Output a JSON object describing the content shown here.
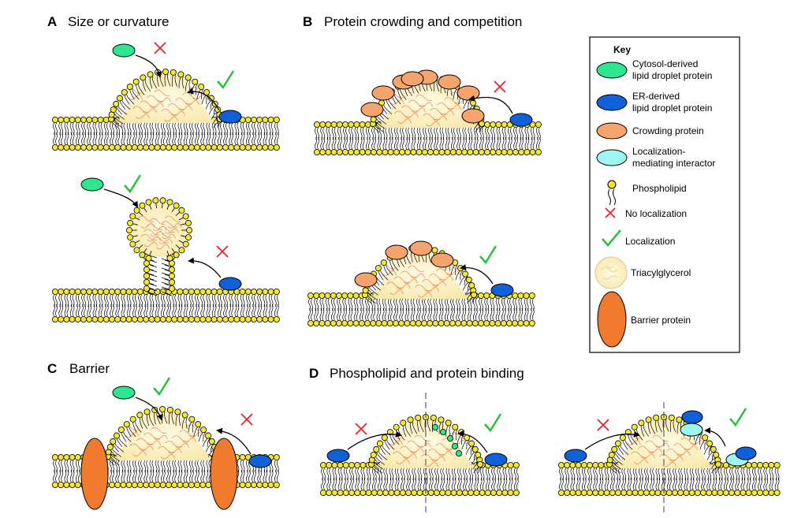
{
  "panels": {
    "a": {
      "letter": "A",
      "title": "Size or curvature"
    },
    "b": {
      "letter": "B",
      "title": "Protein crowding and competition"
    },
    "c": {
      "letter": "C",
      "title": "Barrier"
    },
    "d": {
      "letter": "D",
      "title": "Phospholipid and protein binding"
    }
  },
  "key": {
    "title": "Key",
    "cytosol_line1": "Cytosol-derived",
    "cytosol_line2": "lipid droplet protein",
    "er_line1": "ER-derived",
    "er_line2": "lipid droplet protein",
    "crowding": "Crowding protein",
    "interactor_line1": "Localization-",
    "interactor_line2": "mediating interactor",
    "phospholipid": "Phospholipid",
    "no_localization": "No localization",
    "localization": "Localization",
    "tag": "Triacylglycerol",
    "barrier": "Barrier protein"
  },
  "colors": {
    "cytosol_protein": "#2ee68f",
    "er_protein": "#1060d8",
    "crowding_protein": "#f5a46e",
    "interactor": "#9ff5f0",
    "phospholipid_head": "#f5e930",
    "triacylglycerol": "#fdf2c0",
    "tag_lines": "#ef7a3a",
    "barrier_protein": "#f07a2d",
    "no_localization_mark": "#e8222b",
    "localization_mark": "#30c040"
  },
  "icons": [
    "cross-icon",
    "check-icon",
    "arrow-icon",
    "phospholipid-icon",
    "lipid-droplet-icon"
  ]
}
